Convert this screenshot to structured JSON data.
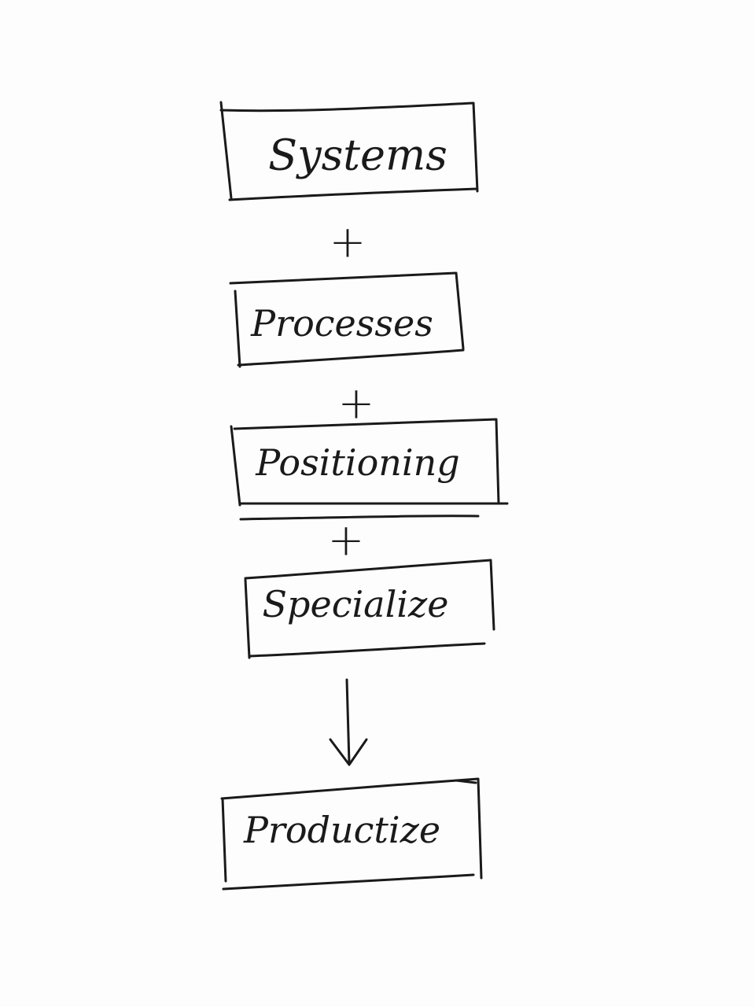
{
  "diagram": {
    "nodes": [
      {
        "id": "systems",
        "label": "Systems"
      },
      {
        "id": "processes",
        "label": "Processes"
      },
      {
        "id": "positioning",
        "label": "Positioning"
      },
      {
        "id": "specialize",
        "label": "Specialize"
      },
      {
        "id": "productize",
        "label": "Productize"
      }
    ],
    "operators": [
      {
        "symbol": "+"
      },
      {
        "symbol": "+"
      },
      {
        "symbol": "+"
      }
    ],
    "result_arrow": {
      "from": "specialize",
      "to": "productize"
    }
  }
}
